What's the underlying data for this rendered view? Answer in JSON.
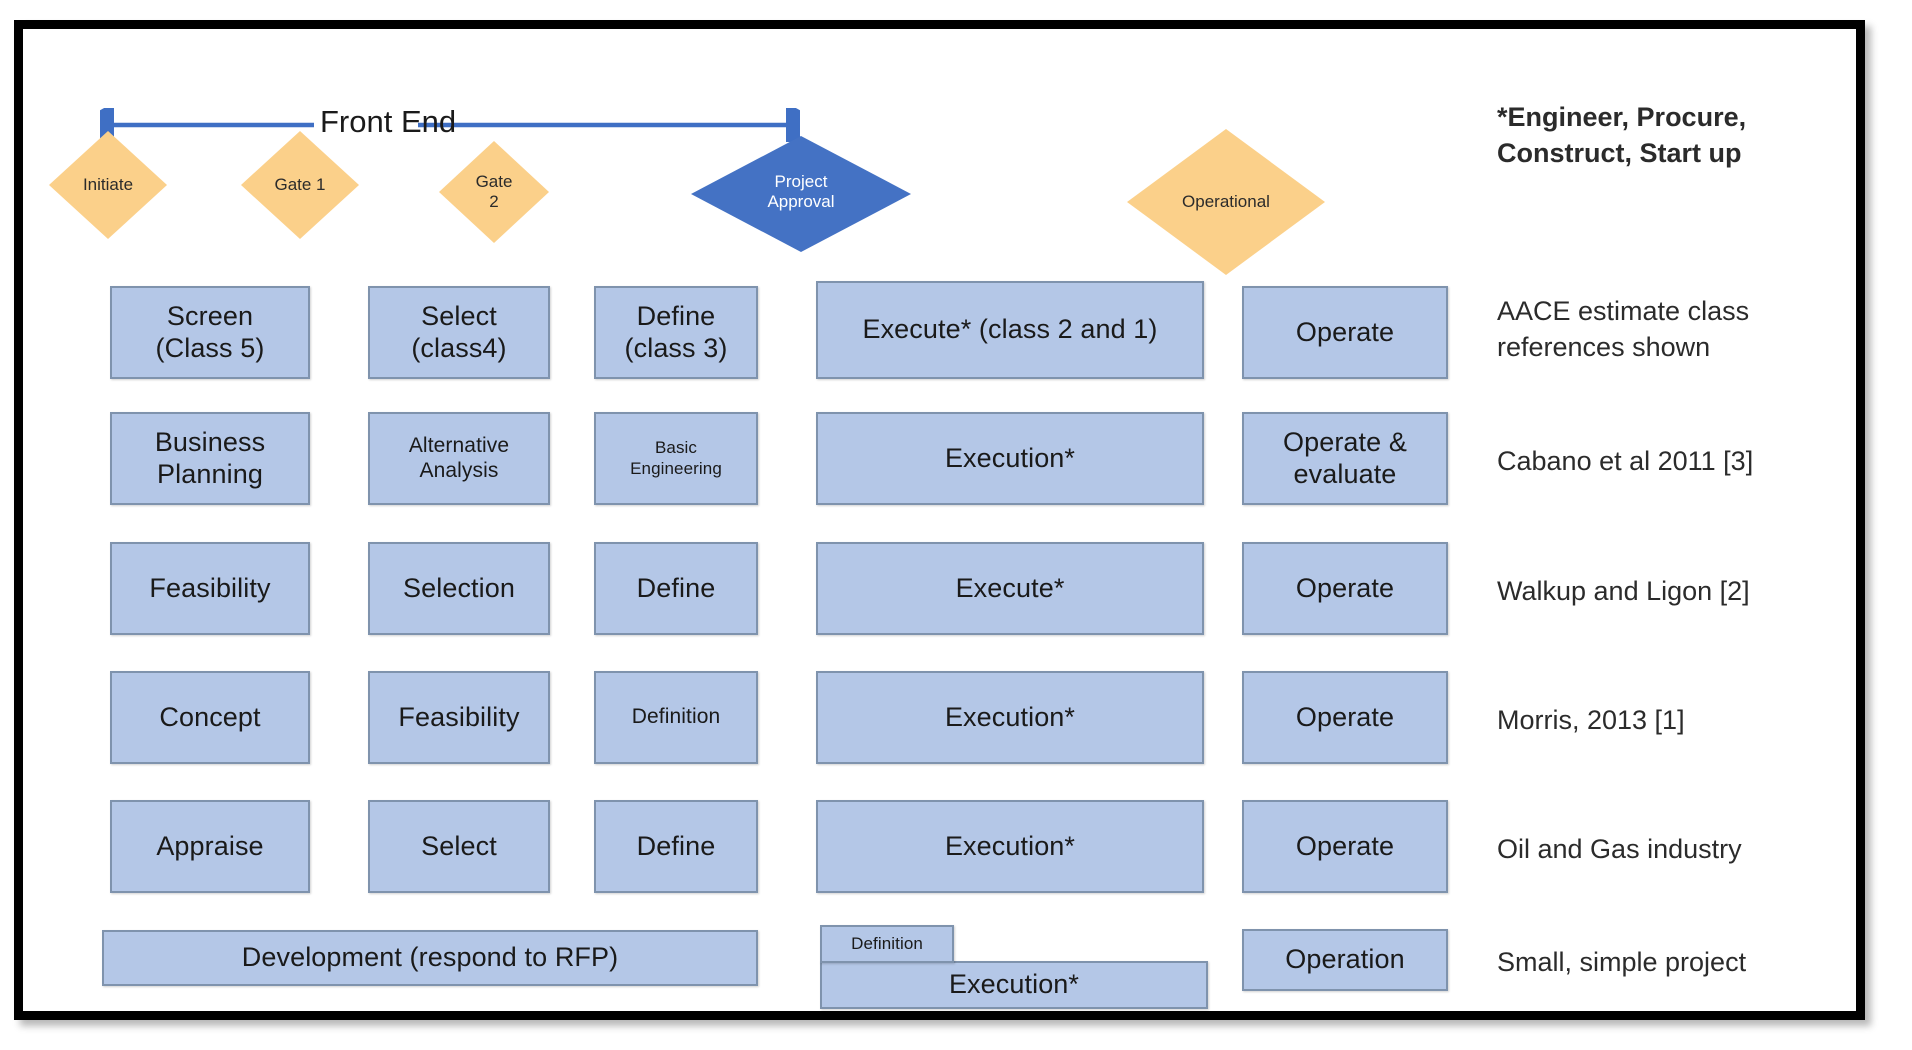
{
  "figure": {
    "title": "Project lifecycle stage-gate comparison across references",
    "front_end_label": "Front End",
    "footnote": "*Engineer, Procure,\nConstruct, Start up"
  },
  "gates": [
    {
      "name": "initiate",
      "label": "Initiate",
      "color": "#fbd08a",
      "style": "yellow"
    },
    {
      "name": "gate-1",
      "label": "Gate 1",
      "color": "#fbd08a",
      "style": "yellow"
    },
    {
      "name": "gate-2",
      "label": "Gate\n2",
      "color": "#fbd08a",
      "style": "yellow"
    },
    {
      "name": "project-approval",
      "label": "Project\nApproval",
      "color": "#4472c4",
      "style": "blue"
    },
    {
      "name": "operational",
      "label": "Operational",
      "color": "#fbd08a",
      "style": "yellow"
    }
  ],
  "rows": [
    {
      "reference": "AACE estimate class\nreferences shown",
      "cells": [
        {
          "label": "Screen\n(Class 5)",
          "size": "normal"
        },
        {
          "label": "Select\n(class4)",
          "size": "normal"
        },
        {
          "label": "Define\n(class 3)",
          "size": "normal"
        },
        {
          "label": "Execute* (class 2 and 1)",
          "size": "normal"
        },
        {
          "label": "Operate",
          "size": "normal"
        }
      ]
    },
    {
      "reference": "Cabano et al 2011 [3]",
      "cells": [
        {
          "label": "Business\nPlanning",
          "size": "normal"
        },
        {
          "label": "Alternative\nAnalysis",
          "size": "small"
        },
        {
          "label": "Basic\nEngineering",
          "size": "tiny"
        },
        {
          "label": "Execution*",
          "size": "normal"
        },
        {
          "label": "Operate &\nevaluate",
          "size": "normal"
        }
      ]
    },
    {
      "reference": "Walkup and Ligon [2]",
      "cells": [
        {
          "label": "Feasibility",
          "size": "normal"
        },
        {
          "label": "Selection",
          "size": "normal"
        },
        {
          "label": "Define",
          "size": "normal"
        },
        {
          "label": "Execute*",
          "size": "normal"
        },
        {
          "label": "Operate",
          "size": "normal"
        }
      ]
    },
    {
      "reference": "Morris, 2013 [1]",
      "cells": [
        {
          "label": "Concept",
          "size": "normal"
        },
        {
          "label": "Feasibility",
          "size": "normal"
        },
        {
          "label": "Definition",
          "size": "small"
        },
        {
          "label": "Execution*",
          "size": "normal"
        },
        {
          "label": "Operate",
          "size": "normal"
        }
      ]
    },
    {
      "reference": " Oil and Gas industry",
      "cells": [
        {
          "label": "Appraise",
          "size": "normal"
        },
        {
          "label": "Select",
          "size": "normal"
        },
        {
          "label": "Define",
          "size": "normal"
        },
        {
          "label": "Execution*",
          "size": "normal"
        },
        {
          "label": "Operate",
          "size": "normal"
        }
      ]
    }
  ],
  "last_row": {
    "reference": "Small, simple project",
    "development": "Development  (respond to RFP)",
    "definition": "Definition",
    "execution": "Execution*",
    "operation": "Operation"
  }
}
